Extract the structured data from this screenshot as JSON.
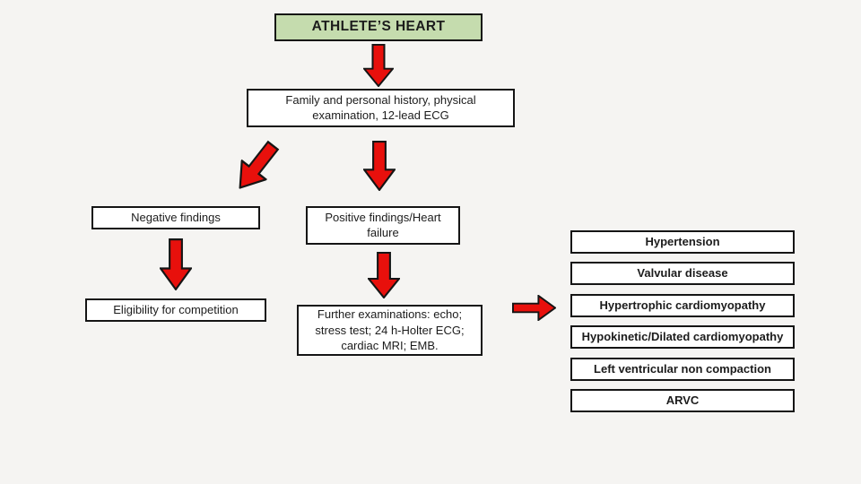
{
  "colors": {
    "background": "#f5f4f2",
    "box_fill": "#ffffff",
    "root_fill": "#c5dcae",
    "border": "#151515",
    "arrow_red": "#e8100c"
  },
  "flowchart": {
    "root": {
      "label": "ATHLETE’S HEART"
    },
    "assessment": {
      "label": "Family and personal history, physical examination, 12-lead ECG"
    },
    "negative": {
      "label": "Negative findings"
    },
    "positive": {
      "label": "Positive findings/Heart failure"
    },
    "eligibility": {
      "label": "Eligibility for competition"
    },
    "further": {
      "label": "Further examinations: echo; stress test; 24 h-Holter ECG; cardiac MRI; EMB."
    },
    "diagnoses": [
      {
        "label": "Hypertension"
      },
      {
        "label": "Valvular disease"
      },
      {
        "label": "Hypertrophic cardiomyopathy"
      },
      {
        "label": "Hypokinetic/Dilated cardiomyopathy"
      },
      {
        "label": "Left ventricular non compaction"
      },
      {
        "label": "ARVC"
      }
    ],
    "arrows": [
      {
        "name": "root-to-assessment",
        "direction": "down"
      },
      {
        "name": "assessment-to-negative",
        "direction": "down-left"
      },
      {
        "name": "assessment-to-positive",
        "direction": "down"
      },
      {
        "name": "negative-to-eligibility",
        "direction": "down"
      },
      {
        "name": "positive-to-further",
        "direction": "down"
      },
      {
        "name": "further-to-diagnoses",
        "direction": "right"
      }
    ]
  }
}
